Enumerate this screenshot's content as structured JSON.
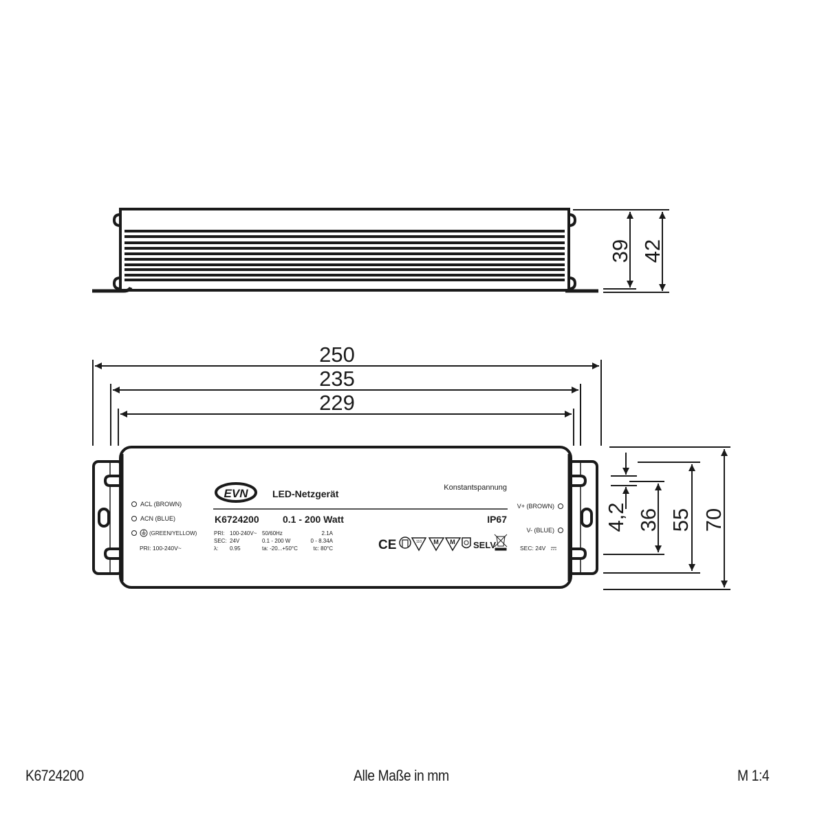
{
  "drawing": {
    "side_view": {
      "dimensions": {
        "inner_height": "39",
        "outer_height": "42"
      }
    },
    "top_view": {
      "dimensions": {
        "overall_length": "250",
        "mounting_length": "235",
        "body_length": "229",
        "slot_width": "4,2",
        "hole_spacing": "36",
        "flange_width": "55",
        "overall_width": "70"
      }
    },
    "label": {
      "brand": "EVN",
      "product_name": "LED-Netzgerät",
      "type": "Konstantspannung",
      "model": "K6724200",
      "power": "0.1 - 200 Watt",
      "ip_rating": "IP67",
      "inputs": [
        {
          "label": "ACL (BROWN)"
        },
        {
          "label": "ACN (BLUE)"
        },
        {
          "label": "(GREEN/YELLOW)",
          "icon": "ground-icon"
        }
      ],
      "pri_input": "PRI:   100-240V~",
      "outputs": [
        {
          "label": "V+ (BROWN)"
        },
        {
          "label": "V- (BLUE)"
        }
      ],
      "sec_output": "SEC: 24V",
      "specs": {
        "rows": [
          [
            "PRI:",
            "100-240V~",
            "50/60Hz",
            "2.1A"
          ],
          [
            "SEC:",
            "24V",
            "0.1 - 200 W",
            "0 - 8.34A"
          ],
          [
            "λ:",
            "0.95",
            "ta: -20...+50°C",
            "tc: 80°C"
          ]
        ]
      },
      "certifications": [
        "CE",
        "F-mark",
        "110",
        "M",
        "M",
        "safety-transformer",
        "SELV",
        "WEEE"
      ]
    }
  },
  "footer": {
    "article_number": "K6724200",
    "units_note": "Alle Maße in mm",
    "scale": "M 1:4"
  }
}
